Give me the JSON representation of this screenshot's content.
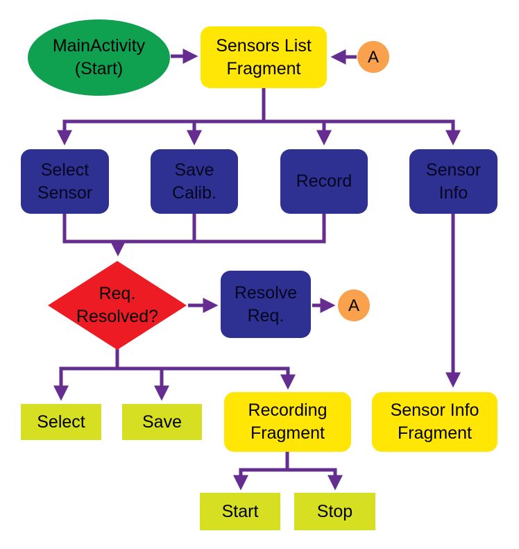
{
  "colors": {
    "purple": "#662D91",
    "dark_blue": "#2E3192",
    "yellow": "#FFE605",
    "chartreuse": "#D7DF23",
    "green": "#0FA050",
    "red": "#ED1C24",
    "orange": "#F9A14D",
    "text": "#000000"
  },
  "nodes": {
    "main_activity": {
      "shape": "ellipse",
      "lines": [
        "MainActivity",
        "(Start)"
      ]
    },
    "sensors_list_fragment": {
      "shape": "rounded-rect",
      "lines": [
        "Sensors List",
        "Fragment"
      ]
    },
    "connector_a_top": {
      "shape": "circle",
      "lines": [
        "A"
      ]
    },
    "select_sensor": {
      "shape": "rounded-rect",
      "lines": [
        "Select",
        "Sensor"
      ]
    },
    "save_calib": {
      "shape": "rounded-rect",
      "lines": [
        "Save",
        "Calib."
      ]
    },
    "record": {
      "shape": "rounded-rect",
      "lines": [
        "Record"
      ]
    },
    "sensor_info": {
      "shape": "rounded-rect",
      "lines": [
        "Sensor",
        "Info"
      ]
    },
    "req_resolved": {
      "shape": "diamond",
      "lines": [
        "Req.",
        "Resolved?"
      ]
    },
    "resolve_req": {
      "shape": "rounded-rect",
      "lines": [
        "Resolve",
        "Req."
      ]
    },
    "connector_a_mid": {
      "shape": "circle",
      "lines": [
        "A"
      ]
    },
    "select": {
      "shape": "rect",
      "lines": [
        "Select"
      ]
    },
    "save": {
      "shape": "rect",
      "lines": [
        "Save"
      ]
    },
    "recording_fragment": {
      "shape": "rounded-rect",
      "lines": [
        "Recording",
        "Fragment"
      ]
    },
    "sensor_info_fragment": {
      "shape": "rounded-rect",
      "lines": [
        "Sensor Info",
        "Fragment"
      ]
    },
    "start": {
      "shape": "rect",
      "lines": [
        "Start"
      ]
    },
    "stop": {
      "shape": "rect",
      "lines": [
        "Stop"
      ]
    }
  },
  "edges": [
    {
      "from": "main_activity",
      "to": "sensors_list_fragment"
    },
    {
      "from": "connector_a_top",
      "to": "sensors_list_fragment"
    },
    {
      "from": "sensors_list_fragment",
      "to": "select_sensor"
    },
    {
      "from": "sensors_list_fragment",
      "to": "save_calib"
    },
    {
      "from": "sensors_list_fragment",
      "to": "record"
    },
    {
      "from": "sensors_list_fragment",
      "to": "sensor_info"
    },
    {
      "from": "select_sensor",
      "to": "req_resolved"
    },
    {
      "from": "save_calib",
      "to": "req_resolved"
    },
    {
      "from": "record",
      "to": "req_resolved"
    },
    {
      "from": "req_resolved",
      "to": "resolve_req"
    },
    {
      "from": "resolve_req",
      "to": "connector_a_mid"
    },
    {
      "from": "req_resolved",
      "to": "select"
    },
    {
      "from": "req_resolved",
      "to": "save"
    },
    {
      "from": "req_resolved",
      "to": "recording_fragment"
    },
    {
      "from": "sensor_info",
      "to": "sensor_info_fragment"
    },
    {
      "from": "recording_fragment",
      "to": "start"
    },
    {
      "from": "recording_fragment",
      "to": "stop"
    }
  ]
}
